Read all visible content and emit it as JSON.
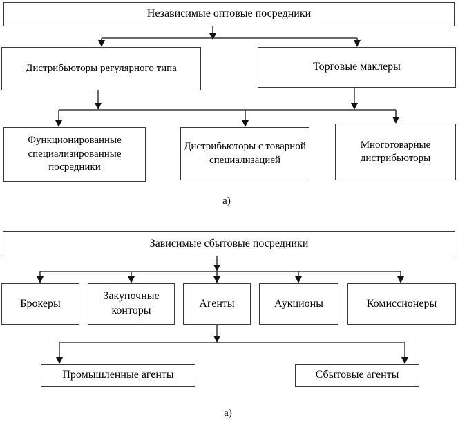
{
  "diagrams": [
    {
      "id": "independent-wholesale",
      "label": "a)",
      "root": "Независимые оптовые посредники",
      "level2": [
        "Дистрибьюторы регулярного типа",
        "Торговые маклеры"
      ],
      "level3": [
        "Функционированные специализированные посредники",
        "Дистрибьюторы с товарной специализацией",
        "Многотоварные дистрибьюторы"
      ]
    },
    {
      "id": "dependent-sales",
      "label": "а)",
      "root": "Зависимые сбытовые посредники",
      "level2": [
        "Брокеры",
        "Закупочные конторы",
        "Агенты",
        "Аукционы",
        "Комиссионеры"
      ],
      "level3": [
        "Промышленные агенты",
        "Сбытовые агенты"
      ]
    }
  ],
  "style": {
    "border_color": "#3a3a3a",
    "text_color": "#000000",
    "background": "#ffffff"
  }
}
